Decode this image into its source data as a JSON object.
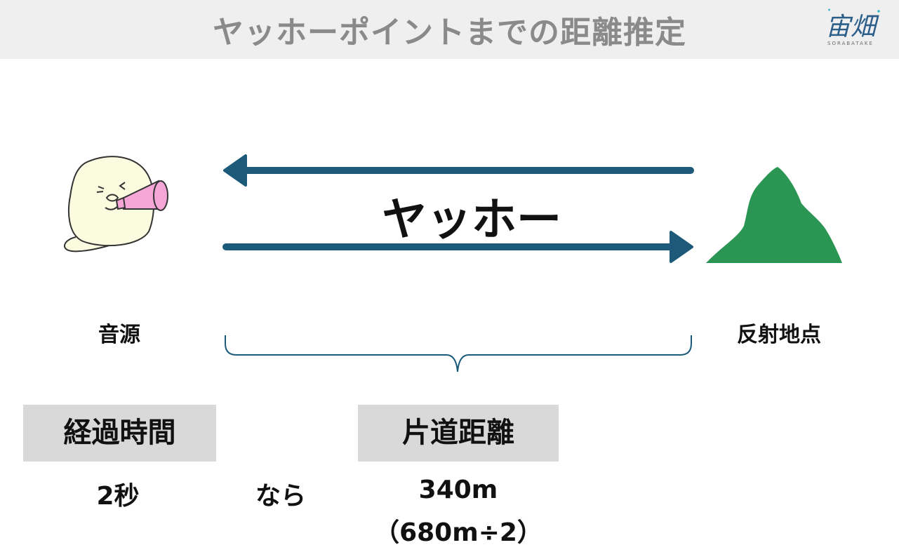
{
  "title": "ヤッホーポイントまでの距離推定",
  "logo": {
    "text": "宙畑",
    "subtext": "SORABATAKE"
  },
  "diagram": {
    "shout_text": "ヤッホー",
    "source_label": "音源",
    "reflection_label": "反射地点"
  },
  "boxes": {
    "elapsed_time_label": "経過時間",
    "one_way_distance_label": "片道距離"
  },
  "values": {
    "elapsed_time": "2秒",
    "connector": "なら",
    "one_way_distance": "340m",
    "calculation": "（680m÷2）"
  },
  "colors": {
    "arrow": "#1d5a7a",
    "mountain": "#2b9553",
    "megaphone": "#f4a6d7",
    "character_body": "#fbfbe0",
    "header_bg": "#efefef",
    "box_bg": "#d9d9d9",
    "title_text": "#8a8a8a"
  }
}
